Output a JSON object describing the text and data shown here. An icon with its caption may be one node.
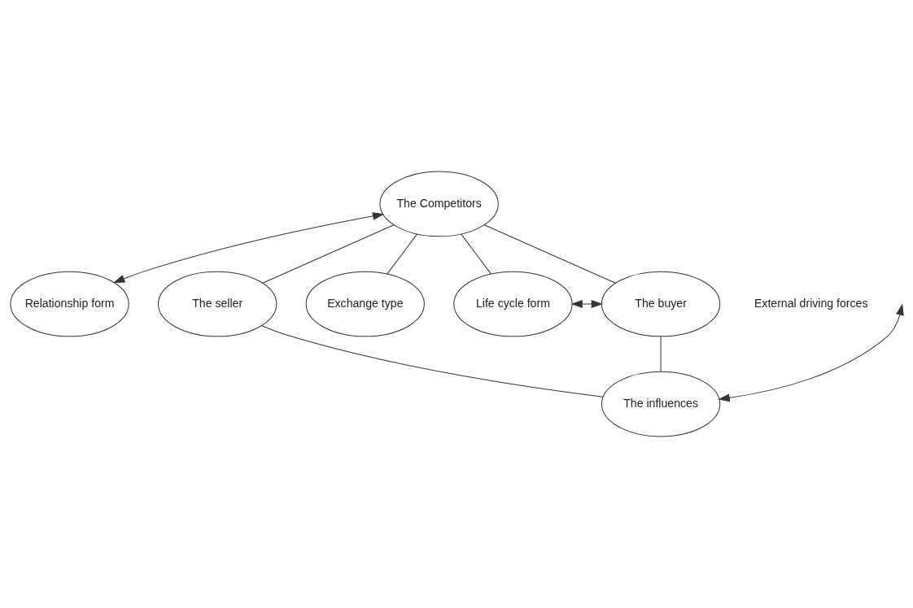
{
  "diagram": {
    "nodes": [
      {
        "text": [
          "The Competitors"
        ]
      },
      {
        "text": [
          "Relationship form"
        ]
      },
      {
        "text": [
          "The seller"
        ]
      },
      {
        "text": [
          "Exchange type"
        ]
      },
      {
        "text": [
          "Life cycle form"
        ]
      },
      {
        "text": [
          "The buyer"
        ]
      },
      {
        "text": [
          "The influences"
        ]
      }
    ],
    "edges": [
      {
        "from": 0,
        "to": 2,
        "arrow": "none"
      },
      {
        "from": 0,
        "to": 3,
        "arrow": "none"
      },
      {
        "from": 0,
        "to": 4,
        "arrow": "none"
      },
      {
        "from": 0,
        "to": 5,
        "arrow": "none"
      },
      {
        "from": 0,
        "to": 1,
        "arrow": "both"
      },
      {
        "from": 4,
        "to": 5,
        "arrow": "both"
      },
      {
        "from": null,
        "to": 6,
        "arrow": "both"
      },
      {
        "from": 2,
        "to": 6,
        "arrow": "none"
      },
      {
        "from": 5,
        "to": 6,
        "arrow": "none"
      }
    ],
    "labels": [
      "External driving forces"
    ]
  }
}
